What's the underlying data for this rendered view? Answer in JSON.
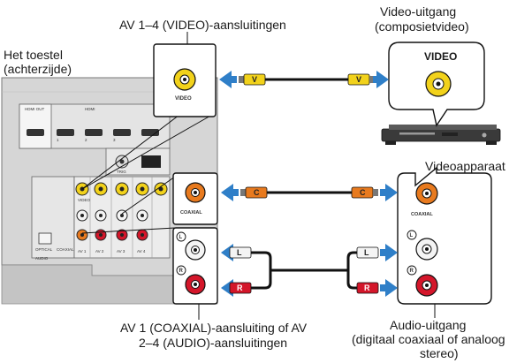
{
  "labels": {
    "av_video_title": "AV 1–4 (VIDEO)-aansluitingen",
    "video_out_line1": "Video-uitgang",
    "video_out_line2": "(composietvideo)",
    "unit_line1": "Het toestel",
    "unit_line2": "(achterzijde)",
    "video_device": "Videoapparaat",
    "bottom_left_line1": "AV 1 (COAXIAL)-aansluiting of AV",
    "bottom_left_line2": "2–4 (AUDIO)-aansluitingen",
    "audio_out_line1": "Audio-uitgang",
    "audio_out_line2": "(digitaal coaxiaal of analoog",
    "audio_out_line3": "stereo)"
  },
  "jacks": {
    "video_small": "VIDEO",
    "video_large": "VIDEO",
    "coaxial_left": "COAXIAL",
    "coaxial_right": "COAXIAL",
    "left_marker": "L",
    "right_marker": "R"
  },
  "plugs": {
    "video": "V",
    "coaxial": "C",
    "audio_left": "L",
    "audio_right": "R"
  },
  "panel": {
    "hdmi_out": "HDMI OUT",
    "hdmi_in": "HDMI",
    "trigger": "TRIG",
    "optical": "OPTICAL",
    "coaxial": "COAXIAL",
    "av1": "AV 1",
    "av2": "AV 2",
    "av3": "AV 3",
    "av4": "AV 4",
    "video_row": "VIDEO",
    "audio_row": "AUDIO"
  },
  "colors": {
    "arrow_blue": "#2f7fc8",
    "video_yellow": "#f2d21b",
    "coaxial_orange": "#e87a1e",
    "audio_red": "#d4162a",
    "audio_white": "#f4f4f4",
    "panel_gray": "#d6d6d6"
  }
}
